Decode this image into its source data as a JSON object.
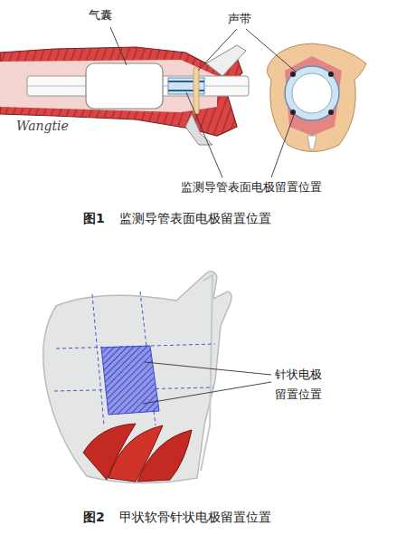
{
  "diagram": {
    "labels": [
      "气囊",
      "声带",
      "Wangtie",
      "监测导管表面电极留置位置",
      "图1",
      "监测导管表面电极留置位置",
      "针状电极 留置位置",
      "图2",
      "甲状软骨针状电极留置位置"
    ]
  }
}
